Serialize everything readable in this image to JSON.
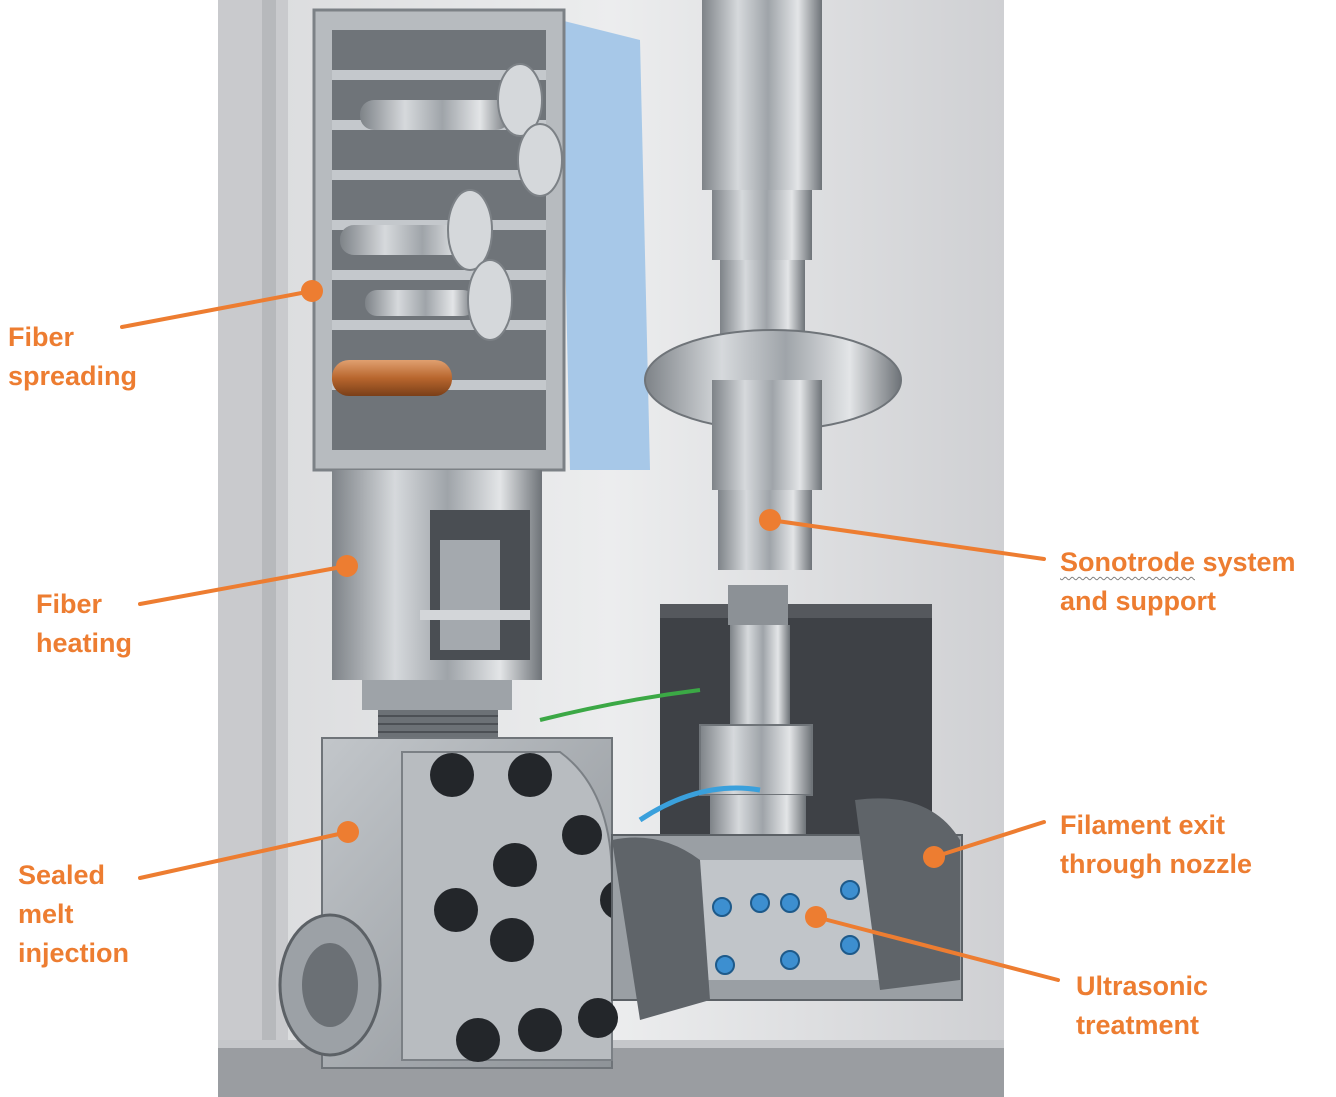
{
  "colors": {
    "label": "#ED7D31",
    "callout": "#ED7D31",
    "background": "#ffffff",
    "photo_backdrop": "#e3e4e6",
    "steel": "#a9adb2",
    "cover_blue": "#9ec3e6",
    "bolt": "#222428",
    "copper": "#c8773a"
  },
  "labels": {
    "fiber_spreading": [
      "Fiber",
      "spreading"
    ],
    "fiber_heating": [
      "Fiber",
      "heating"
    ],
    "sealed_melt_injection": [
      "Sealed",
      "melt",
      "injection"
    ],
    "sonotrode_system": {
      "word": "Sonotrode",
      "rest": " system",
      "line2": "and support"
    },
    "filament_exit": [
      "Filament exit",
      "through nozzle"
    ],
    "ultrasonic_treatment": [
      "Ultrasonic",
      "treatment"
    ]
  }
}
